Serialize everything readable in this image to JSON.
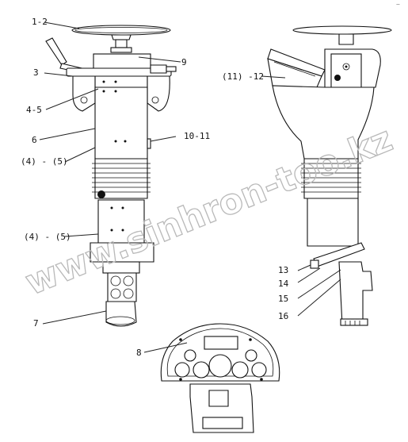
{
  "labels": {
    "l_1_2": "1-2",
    "l_9": "9",
    "l_3": "3",
    "l_4_5": "4-5",
    "l_6": "6",
    "l_10_11": "10-11",
    "l_4_5_a": "(4) - (5)",
    "l_4_5_b": "(4) - (5)",
    "l_7": "7",
    "l_8": "8",
    "l_11_12": "(11) -12",
    "l_13": "13",
    "l_14": "14",
    "l_15": "15",
    "l_16": "16",
    "corner_mark": "−"
  },
  "watermark": {
    "text": "www.sinhron-too.kz",
    "color": "#b9b9b9"
  }
}
